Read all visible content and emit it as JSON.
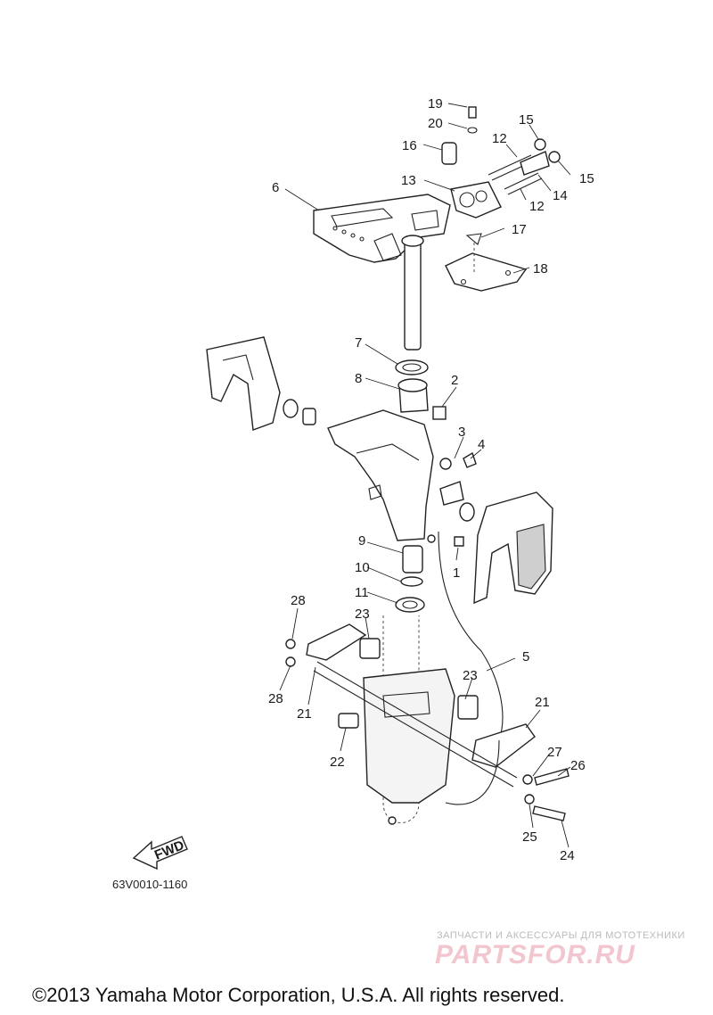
{
  "diagram": {
    "callouts": [
      "19",
      "20",
      "16",
      "12",
      "15",
      "15",
      "13",
      "14",
      "12",
      "6",
      "17",
      "18",
      "7",
      "8",
      "2",
      "3",
      "4",
      "9",
      "1",
      "10",
      "11",
      "28",
      "23",
      "5",
      "28",
      "23",
      "21",
      "21",
      "22",
      "27",
      "26",
      "25",
      "24"
    ],
    "fwd_label": "FWD",
    "diagram_code": "63V0010-1160"
  },
  "watermark": {
    "subtitle": "ЗАПЧАСТИ И АКСЕССУАРЫ ДЛЯ МОТОТЕХНИКИ",
    "brand": "PARTSFOR.RU"
  },
  "footer": {
    "copyright": "©2013 Yamaha Motor Corporation, U.S.A. All rights reserved."
  }
}
